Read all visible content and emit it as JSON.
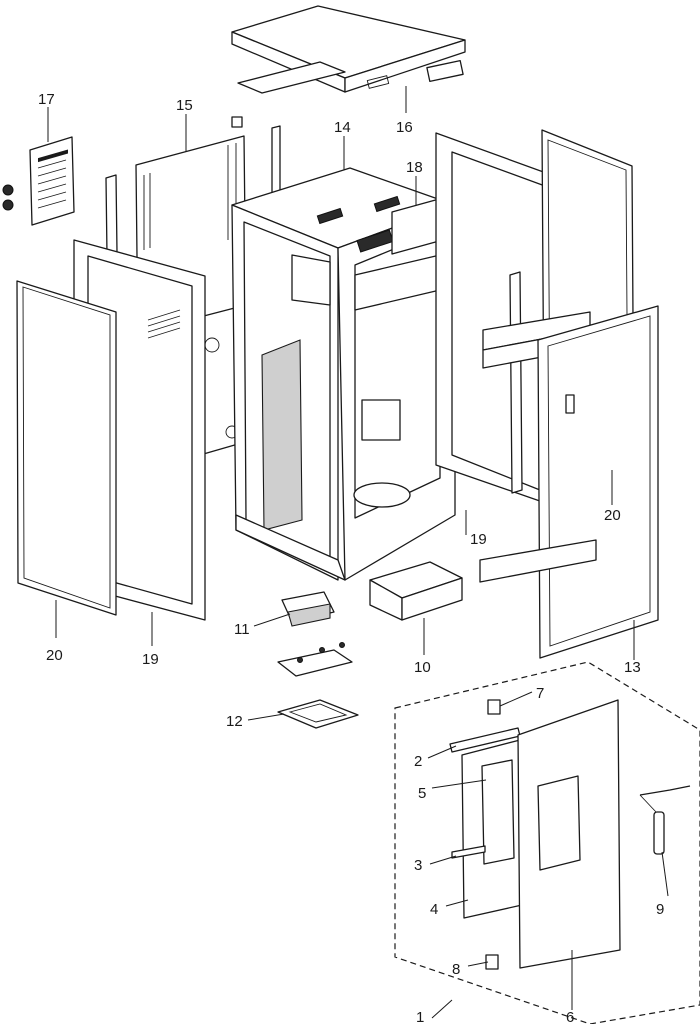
{
  "labels": {
    "p1": "1",
    "p2": "2",
    "p3": "3",
    "p4": "4",
    "p5": "5",
    "p6": "6",
    "p7": "7",
    "p8": "8",
    "p9": "9",
    "p10": "10",
    "p11": "11",
    "p12": "12",
    "p13": "13",
    "p14": "14",
    "p15": "15",
    "p16": "16",
    "p17": "17",
    "p18": "18",
    "p19a": "19",
    "p19b": "19",
    "p20a": "20",
    "p20b": "20"
  }
}
